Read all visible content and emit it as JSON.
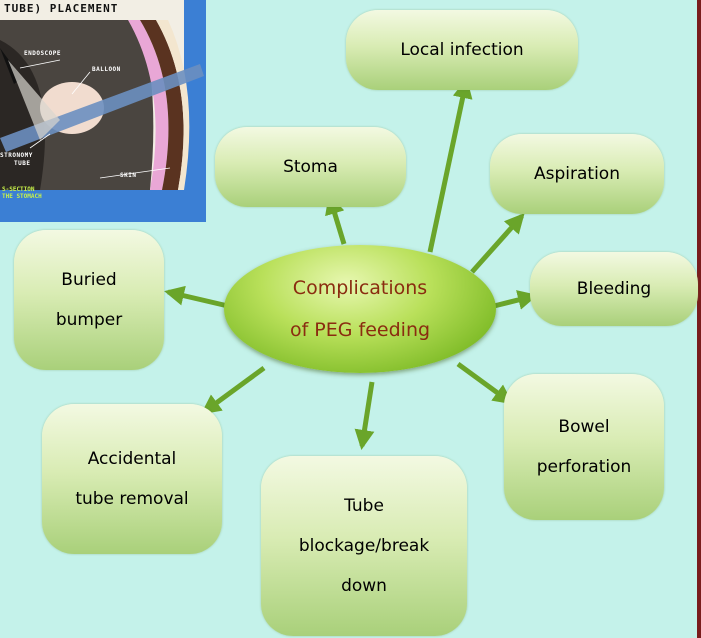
{
  "center": {
    "line1": "Complications",
    "line2": "of PEG feeding"
  },
  "nodes": {
    "local_infection": [
      "Local infection"
    ],
    "stoma": [
      "Stoma"
    ],
    "aspiration": [
      "Aspiration"
    ],
    "bleeding": [
      "Bleeding"
    ],
    "bowel_perforation": [
      "Bowel",
      "perforation"
    ],
    "tube_blockage": [
      "Tube",
      "blockage/break",
      "down"
    ],
    "accidental_removal": [
      "Accidental",
      "tube removal"
    ],
    "buried_bumper": [
      "Buried",
      "bumper"
    ]
  },
  "inset": {
    "title": "TUBE) PLACEMENT",
    "labels": {
      "endoscope": "ENDOSCOPE",
      "balloon": "BALLOON",
      "gastrostomy_tube_1": "STRONOMY",
      "gastrostomy_tube_2": "TUBE",
      "skin": "SKIN"
    },
    "caption_1": "S-SECTION",
    "caption_2": "THE STOMACH"
  },
  "colors": {
    "background": "#c4f2ea",
    "center_text": "#8a2c10",
    "arrow": "#6aa52a",
    "edge": "#7a1d1d"
  }
}
